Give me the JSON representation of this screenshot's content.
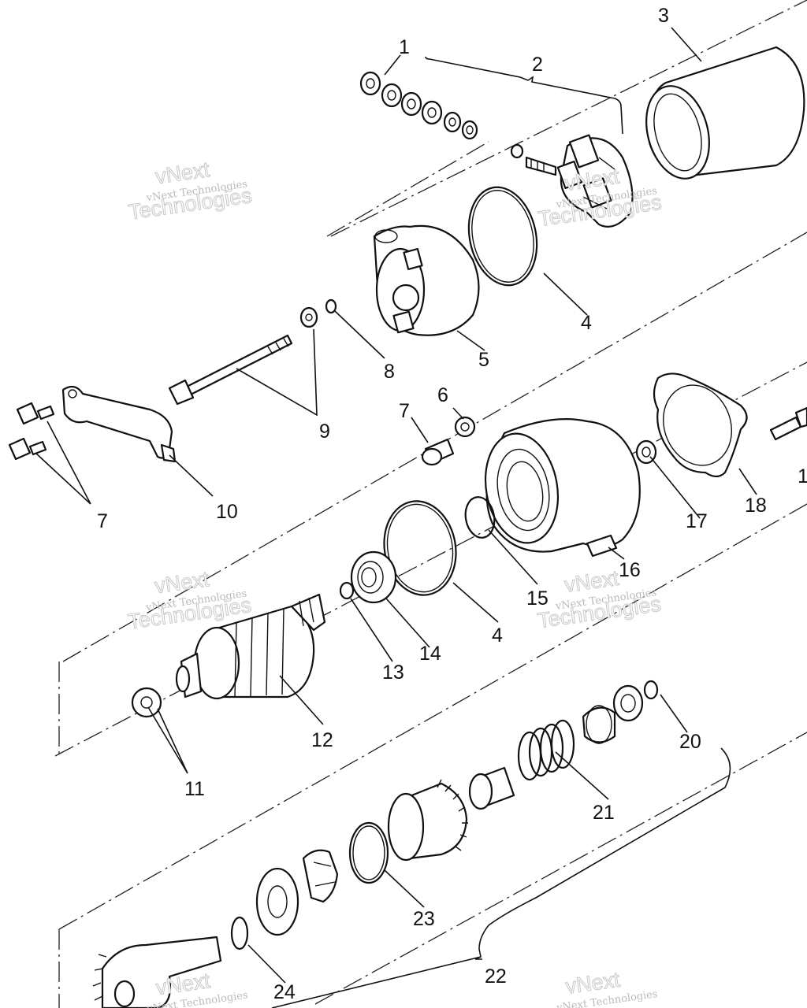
{
  "watermark": {
    "small": "vNext Technologies",
    "big_top": "vNext",
    "big_bottom": "Technologies"
  },
  "callouts": {
    "c1": "1",
    "c2": "2",
    "c3": "3",
    "c4a": "4",
    "c4b": "4",
    "c5": "5",
    "c6": "6",
    "c7a": "7",
    "c7b": "7",
    "c8": "8",
    "c9": "9",
    "c10": "10",
    "c11": "11",
    "c12": "12",
    "c13": "13",
    "c14": "14",
    "c15": "15",
    "c16": "16",
    "c17": "17",
    "c18": "18",
    "c19": "1",
    "c20": "20",
    "c21": "21",
    "c22": "22",
    "c23": "23",
    "c24": "24"
  }
}
